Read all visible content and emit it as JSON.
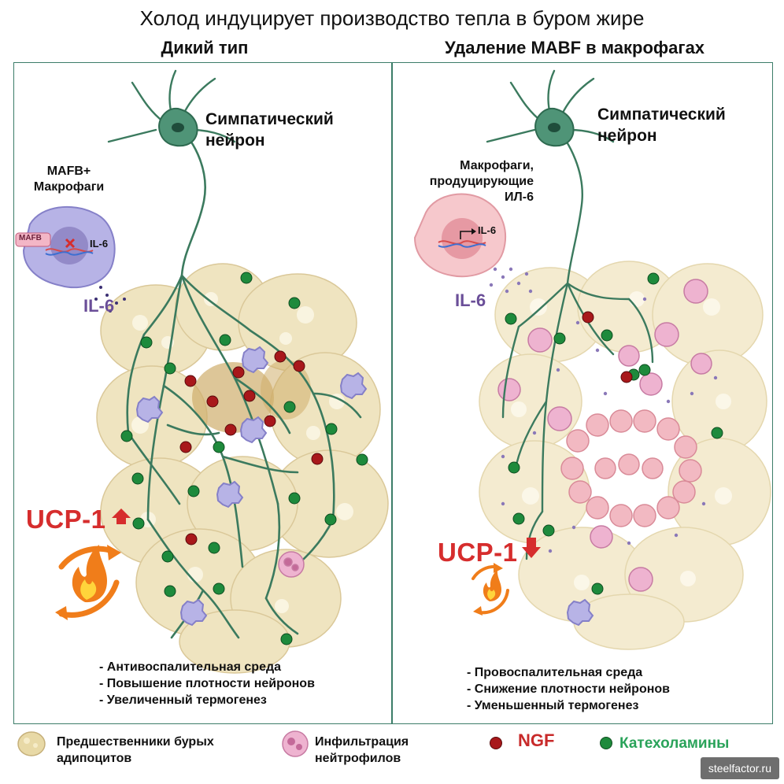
{
  "title": "Холод индуцирует производство тепла в буром жире",
  "left": {
    "heading": "Дикий тип",
    "neuron": "Симпатический нейрон",
    "macrophage_label": "MAFB+ Макрофаги",
    "gene_label": "MAFB",
    "il6_gene": "IL-6",
    "il6": "IL-6",
    "ucp": "UCP-1",
    "bullets": [
      "- Антивоспалительная среда",
      "- Повышение плотности нейронов",
      "- Увеличенный термогенез"
    ]
  },
  "right": {
    "heading": "Удаление MABF в макрофагах",
    "neuron": "Симпатический нейрон",
    "macrophage_label": "Макрофаги, продуцирующие ИЛ-6",
    "il6_gene": "IL-6",
    "il6": "IL-6",
    "ucp": "UCP-1",
    "bullets": [
      "- Провоспалительная среда",
      "- Снижение плотности нейронов",
      "- Уменьшенный термогенез"
    ]
  },
  "legend": {
    "adipocyte": "Предшественники бурых адипоцитов",
    "neutrophil": "Инфильтрация нейтрофилов",
    "ngf": "NGF",
    "catecholamine": "Катехоламины"
  },
  "colors": {
    "neuron": "#3b7a5e",
    "ngf": "#a8181b",
    "catecholamine": "#1e8a3c",
    "ucp": "#d62d2d",
    "il6": "#6a4e98",
    "adipocyte": "#e8d9a6",
    "neutrophil": "#e9a3c4",
    "fire": "#f07d1a"
  },
  "watermark": "steelfactor.ru"
}
